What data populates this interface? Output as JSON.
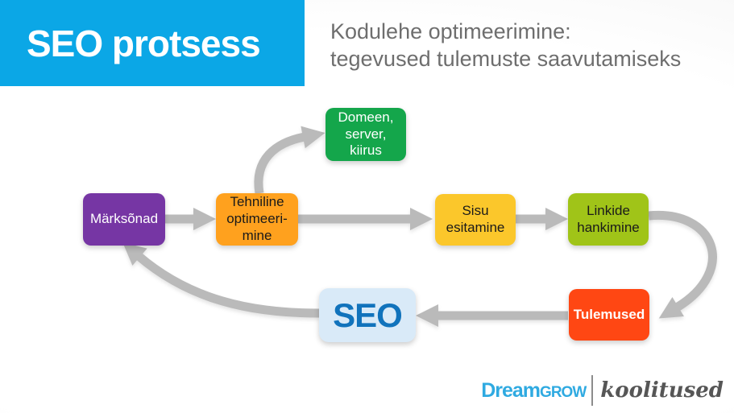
{
  "slide": {
    "banner": {
      "title": "SEO protsess",
      "bg_color": "#0BA7E6",
      "text_color": "#ffffff"
    },
    "subtitle": "Kodulehe optimeerimine:\ntegevused tulemuste saavutamiseks",
    "subtitle_color": "#6E6E6E"
  },
  "diagram": {
    "arrow_color": "#BABABA",
    "nodes": [
      {
        "id": "marksonad",
        "label": "Märksõnad",
        "bg": "#7636A4",
        "fg": "#ffffff"
      },
      {
        "id": "tehniline",
        "label": "Tehniline\noptimeeri-\nmine",
        "bg": "#FFA11E",
        "fg": "#1a1a1a"
      },
      {
        "id": "domeen",
        "label": "Domeen,\nserver,\nkiirus",
        "bg": "#14A64B",
        "fg": "#ffffff"
      },
      {
        "id": "sisu",
        "label": "Sisu\nesitamine",
        "bg": "#FBC72B",
        "fg": "#1a1a1a"
      },
      {
        "id": "linkide",
        "label": "Linkide\nhankimine",
        "bg": "#A0C418",
        "fg": "#1a1a1a"
      },
      {
        "id": "tulemused",
        "label": "Tulemused",
        "bg": "#FF4713",
        "fg": "#ffffff"
      },
      {
        "id": "seo",
        "label": "SEO",
        "bg": "#D9EAF8",
        "fg": "#1173BC"
      }
    ],
    "edges": [
      {
        "from": "Märksõnad",
        "to": "Tehniline optimeerimine"
      },
      {
        "from": "Tehniline optimeerimine",
        "to": "Domeen, server, kiirus"
      },
      {
        "from": "Tehniline optimeerimine",
        "to": "Sisu esitamine"
      },
      {
        "from": "Sisu esitamine",
        "to": "Linkide hankimine"
      },
      {
        "from": "Linkide hankimine",
        "to": "Tulemused"
      },
      {
        "from": "Tulemused",
        "to": "SEO"
      },
      {
        "from": "SEO",
        "to": "Märksõnad"
      }
    ]
  },
  "footer": {
    "brand_primary": "Dream",
    "brand_secondary": "GROW",
    "brand_color": "#2FAAE1",
    "divider_color": "#8C8C8C",
    "suffix": "koolitused",
    "suffix_color": "#565656"
  }
}
